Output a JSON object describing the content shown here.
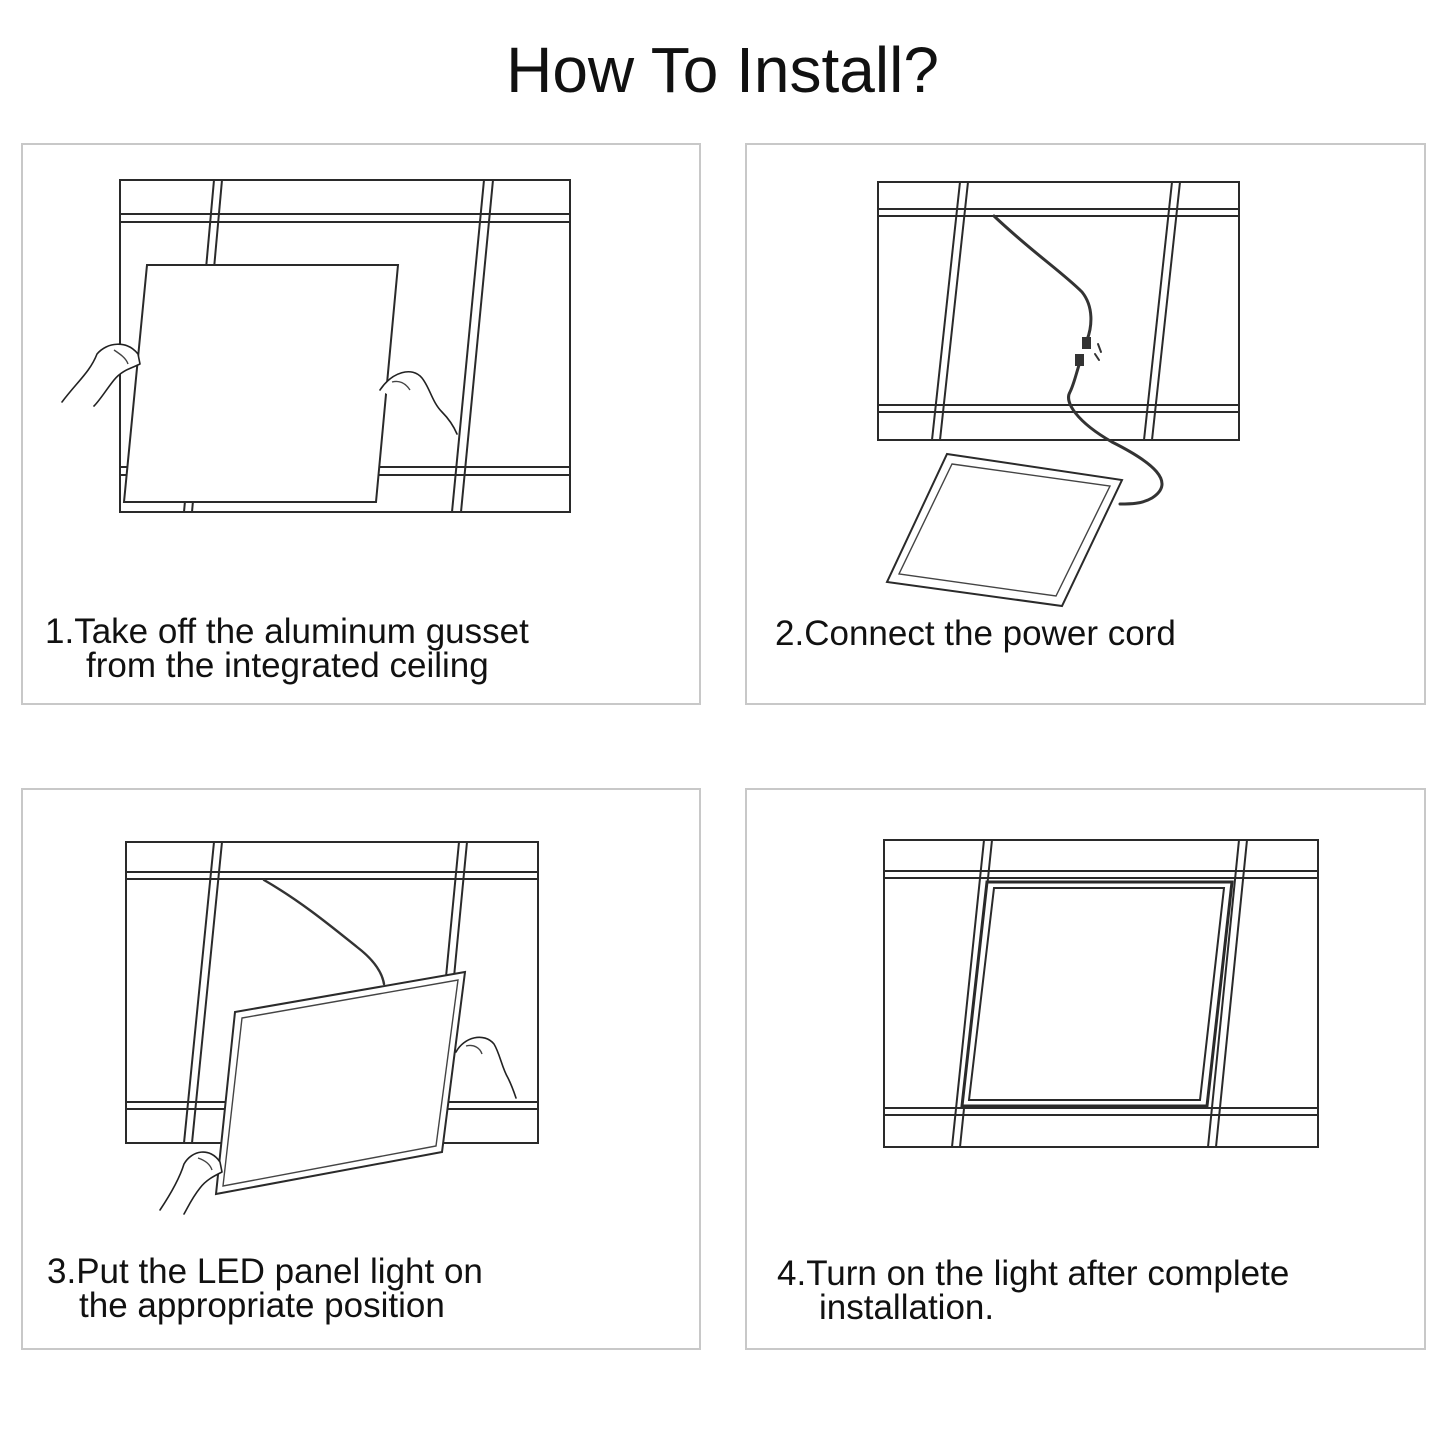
{
  "title": "How To Install?",
  "steps": [
    {
      "number": "1.",
      "line1": "Take off the aluminum gusset",
      "line2": "from the integrated ceiling"
    },
    {
      "number": "2.",
      "line1": "Connect the power cord",
      "line2": ""
    },
    {
      "number": "3.",
      "line1": "Put the LED panel light on",
      "line2": "the appropriate position"
    },
    {
      "number": "4.",
      "line1": "Turn on the light after complete",
      "line2": "installation."
    }
  ]
}
